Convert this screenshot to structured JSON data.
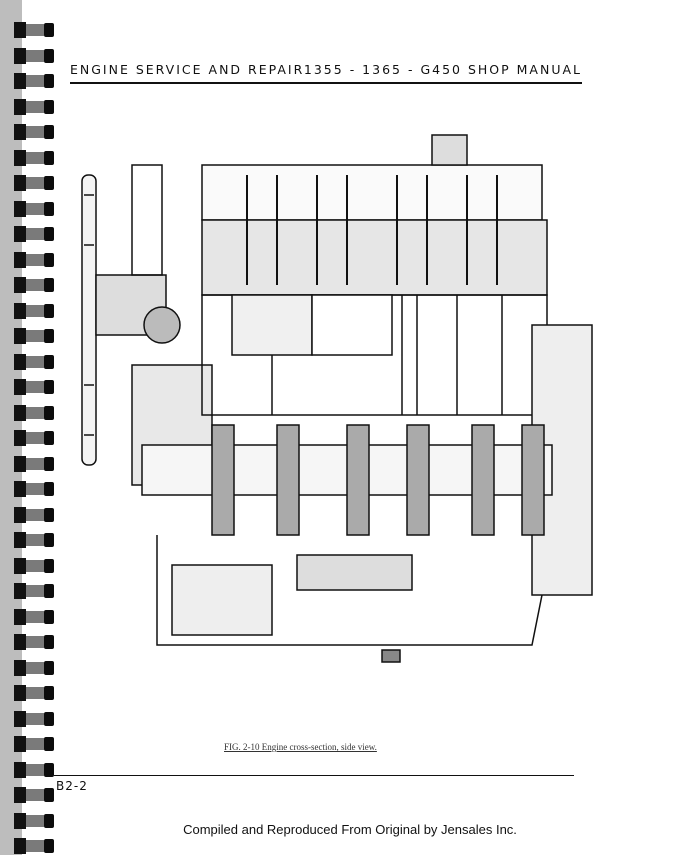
{
  "header": {
    "left_title": "ENGINE SERVICE AND REPAIR",
    "right_title": "1355 - 1365 - G450 SHOP MANUAL"
  },
  "figure": {
    "caption": "FIG. 2-10 Engine cross-section, side view."
  },
  "page_number": "B2-2",
  "footer": "Compiled and Reproduced From Original by Jensales Inc."
}
